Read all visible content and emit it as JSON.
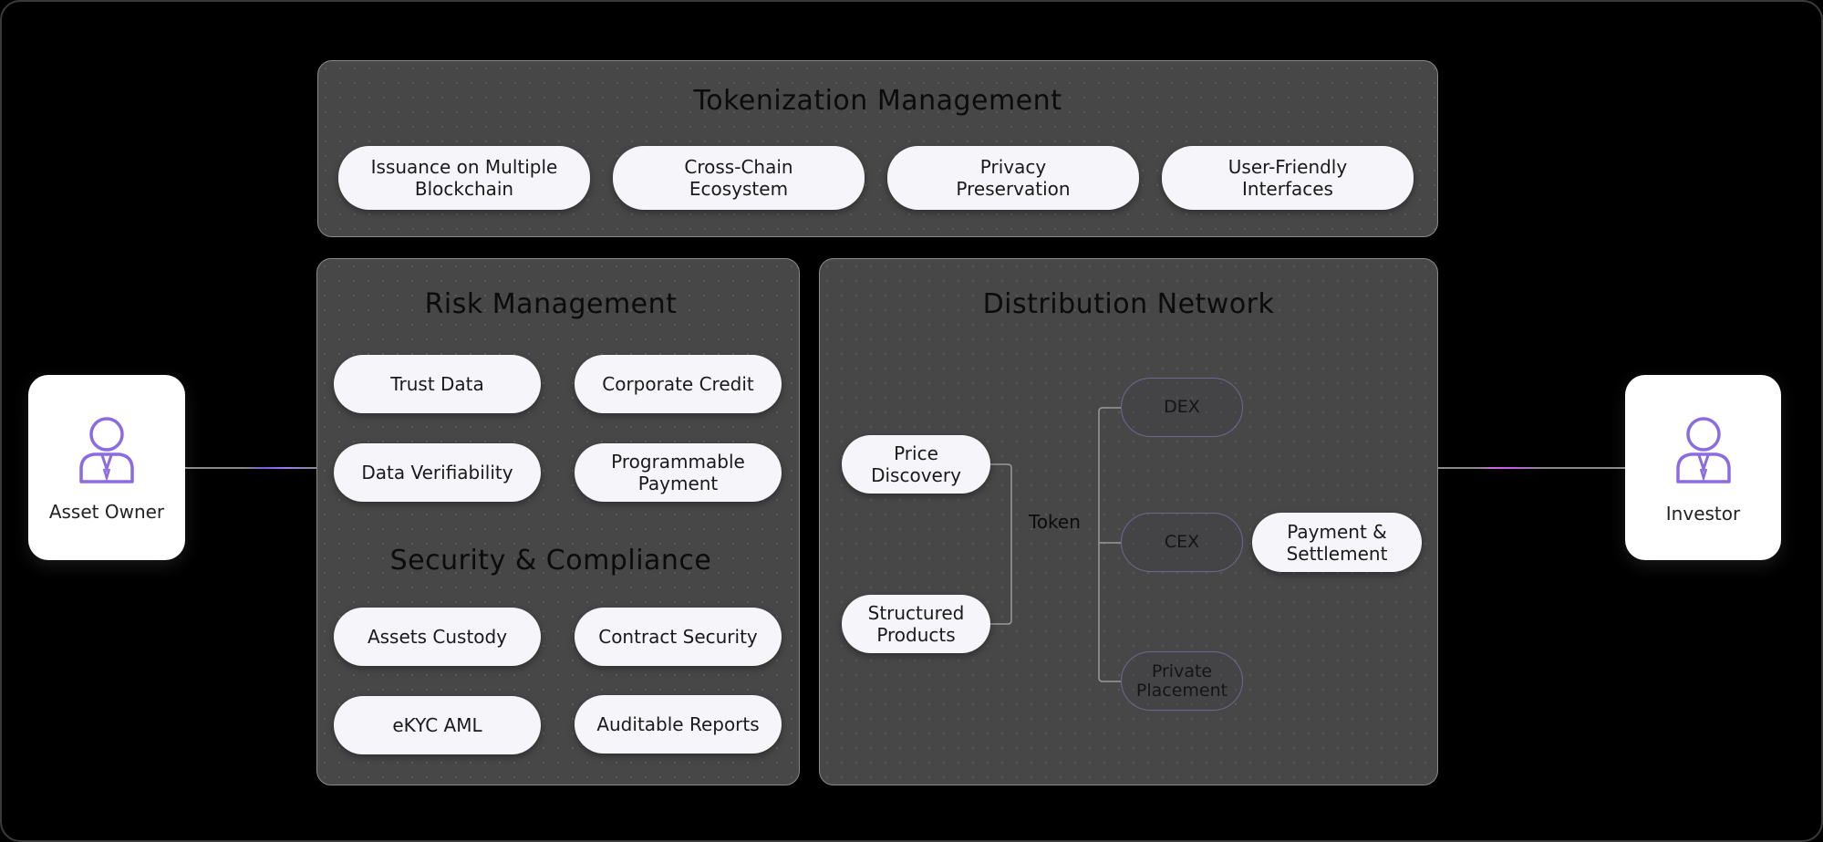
{
  "tokenization": {
    "title": "Tokenization Management",
    "items": [
      {
        "line1": "Issuance on Multiple",
        "line2": "Blockchain"
      },
      {
        "line1": "Cross-Chain",
        "line2": "Ecosystem"
      },
      {
        "line1": "Privacy",
        "line2": "Preservation"
      },
      {
        "line1": "User-Friendly",
        "line2": "Interfaces"
      }
    ]
  },
  "risk": {
    "title": "Risk Management",
    "items": [
      {
        "line1": "Trust Data",
        "line2": ""
      },
      {
        "line1": "Corporate Credit",
        "line2": ""
      },
      {
        "line1": "Data Verifiability",
        "line2": ""
      },
      {
        "line1": "Programmable",
        "line2": "Payment"
      }
    ]
  },
  "security": {
    "title": "Security & Compliance",
    "items": [
      {
        "line1": "Assets Custody",
        "line2": ""
      },
      {
        "line1": "Contract Security",
        "line2": ""
      },
      {
        "line1": "eKYC AML",
        "line2": ""
      },
      {
        "line1": "Auditable Reports",
        "line2": ""
      }
    ]
  },
  "distribution": {
    "title": "Distribution Network",
    "sources": [
      {
        "line1": "Price",
        "line2": "Discovery"
      },
      {
        "line1": "Structured",
        "line2": "Products"
      }
    ],
    "token_label": "Token",
    "channels": [
      {
        "line1": "DEX",
        "line2": ""
      },
      {
        "line1": "CEX",
        "line2": ""
      },
      {
        "line1": "Private",
        "line2": "Placement"
      }
    ],
    "settlement": {
      "line1": "Payment &",
      "line2": "Settlement"
    }
  },
  "actors": {
    "left": {
      "label": "Asset Owner",
      "icon": "person-icon"
    },
    "right": {
      "label": "Investor",
      "icon": "person-icon"
    }
  },
  "colors": {
    "accent": "#8b6ce0",
    "highlight": "#d166e6"
  }
}
